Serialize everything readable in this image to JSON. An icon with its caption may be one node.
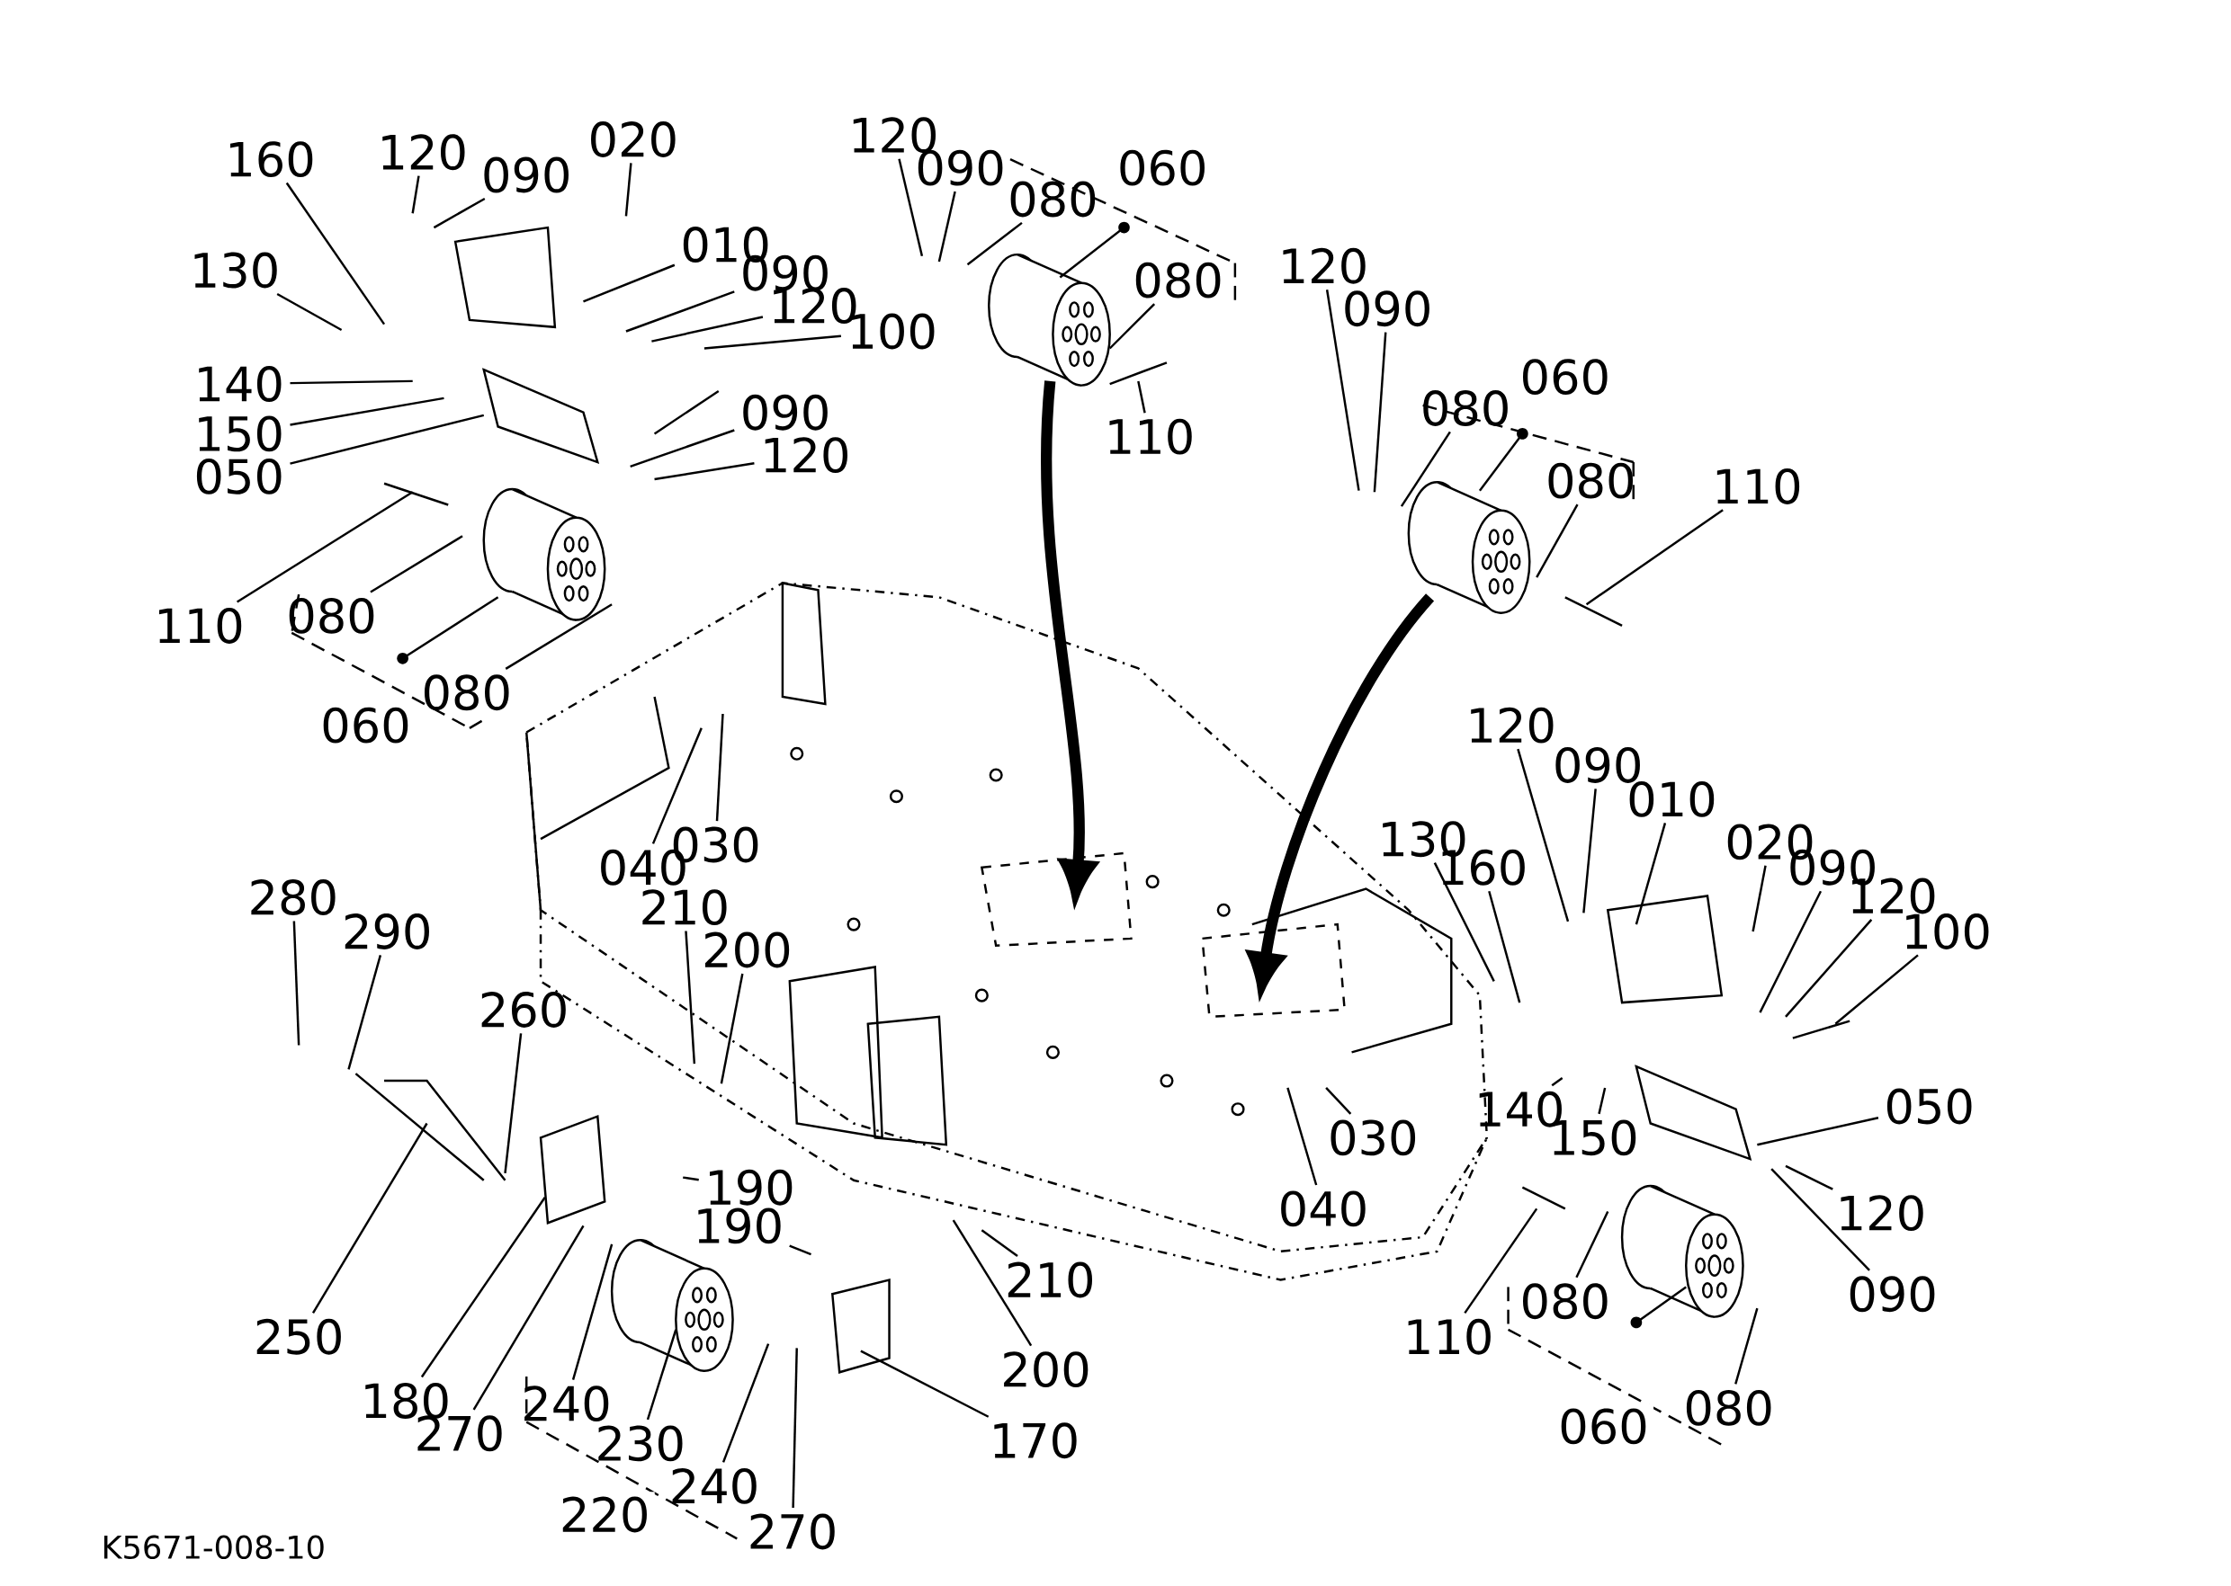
{
  "diagram": {
    "nodes": [
      {
        "text": [
          "160"
        ]
      },
      {
        "text": [
          "120"
        ]
      },
      {
        "text": [
          "090"
        ]
      },
      {
        "text": [
          "020"
        ]
      },
      {
        "text": [
          "130"
        ]
      },
      {
        "text": [
          "010"
        ]
      },
      {
        "text": [
          "090"
        ]
      },
      {
        "text": [
          "120"
        ]
      },
      {
        "text": [
          "100"
        ]
      },
      {
        "text": [
          "140"
        ]
      },
      {
        "text": [
          "150"
        ]
      },
      {
        "text": [
          "050"
        ]
      },
      {
        "text": [
          "090"
        ]
      },
      {
        "text": [
          "120"
        ]
      },
      {
        "text": [
          "110"
        ]
      },
      {
        "text": [
          "080"
        ]
      },
      {
        "text": [
          "080"
        ]
      },
      {
        "text": [
          "120"
        ]
      },
      {
        "text": [
          "090"
        ]
      },
      {
        "text": [
          "080"
        ]
      },
      {
        "text": [
          "080"
        ]
      },
      {
        "text": [
          "110"
        ]
      },
      {
        "text": [
          "120"
        ]
      },
      {
        "text": [
          "090"
        ]
      },
      {
        "text": [
          "080"
        ]
      },
      {
        "text": [
          "080"
        ]
      },
      {
        "text": [
          "110"
        ]
      },
      {
        "text": [
          "040"
        ]
      },
      {
        "text": [
          "030"
        ]
      },
      {
        "text": [
          "210"
        ]
      },
      {
        "text": [
          "200"
        ]
      },
      {
        "text": [
          "280"
        ]
      },
      {
        "text": [
          "290"
        ]
      },
      {
        "text": [
          "260"
        ]
      },
      {
        "text": [
          "250"
        ]
      },
      {
        "text": [
          "190"
        ]
      },
      {
        "text": [
          "180"
        ]
      },
      {
        "text": [
          "270"
        ]
      },
      {
        "text": [
          "240"
        ]
      },
      {
        "text": [
          "230"
        ]
      },
      {
        "text": [
          "190"
        ]
      },
      {
        "text": [
          "170"
        ]
      },
      {
        "text": [
          "240"
        ]
      },
      {
        "text": [
          "270"
        ]
      },
      {
        "text": [
          "210"
        ]
      },
      {
        "text": [
          "200"
        ]
      },
      {
        "text": [
          "040"
        ]
      },
      {
        "text": [
          "030"
        ]
      },
      {
        "text": [
          "130"
        ]
      },
      {
        "text": [
          "160"
        ]
      },
      {
        "text": [
          "120"
        ]
      },
      {
        "text": [
          "090"
        ]
      },
      {
        "text": [
          "010"
        ]
      },
      {
        "text": [
          "020"
        ]
      },
      {
        "text": [
          "090"
        ]
      },
      {
        "text": [
          "120"
        ]
      },
      {
        "text": [
          "100"
        ]
      },
      {
        "text": [
          "140"
        ]
      },
      {
        "text": [
          "150"
        ]
      },
      {
        "text": [
          "050"
        ]
      },
      {
        "text": [
          "120"
        ]
      },
      {
        "text": [
          "090"
        ]
      },
      {
        "text": [
          "110"
        ]
      },
      {
        "text": [
          "080"
        ]
      },
      {
        "text": [
          "080"
        ]
      }
    ],
    "edges": [
      {
        "from": 0,
        "to": null,
        "arrow": "none"
      },
      {
        "from": 1,
        "to": null,
        "arrow": "none"
      },
      {
        "from": 2,
        "to": null,
        "arrow": "none"
      },
      {
        "from": 3,
        "to": null,
        "arrow": "none"
      },
      {
        "from": 4,
        "to": null,
        "arrow": "none"
      },
      {
        "from": 5,
        "to": null,
        "arrow": "none"
      },
      {
        "from": 6,
        "to": null,
        "arrow": "none"
      },
      {
        "from": 7,
        "to": null,
        "arrow": "none"
      },
      {
        "from": 8,
        "to": null,
        "arrow": "none"
      },
      {
        "from": 9,
        "to": null,
        "arrow": "none"
      },
      {
        "from": 10,
        "to": null,
        "arrow": "none"
      },
      {
        "from": 11,
        "to": null,
        "arrow": "none"
      },
      {
        "from": 12,
        "to": null,
        "arrow": "none"
      },
      {
        "from": 13,
        "to": null,
        "arrow": "none"
      },
      {
        "from": 14,
        "to": null,
        "arrow": "none"
      },
      {
        "from": 15,
        "to": null,
        "arrow": "none"
      },
      {
        "from": 16,
        "to": null,
        "arrow": "none"
      },
      {
        "from": 17,
        "to": null,
        "arrow": "none"
      },
      {
        "from": 18,
        "to": null,
        "arrow": "none"
      },
      {
        "from": 19,
        "to": null,
        "arrow": "none"
      },
      {
        "from": 20,
        "to": null,
        "arrow": "none"
      },
      {
        "from": 21,
        "to": null,
        "arrow": "none"
      },
      {
        "from": 22,
        "to": null,
        "arrow": "none"
      },
      {
        "from": 23,
        "to": null,
        "arrow": "none"
      },
      {
        "from": 24,
        "to": null,
        "arrow": "none"
      },
      {
        "from": 25,
        "to": null,
        "arrow": "none"
      },
      {
        "from": 26,
        "to": null,
        "arrow": "none"
      },
      {
        "from": 27,
        "to": null,
        "arrow": "none"
      },
      {
        "from": 28,
        "to": null,
        "arrow": "none"
      },
      {
        "from": 29,
        "to": null,
        "arrow": "none"
      },
      {
        "from": 30,
        "to": null,
        "arrow": "none"
      },
      {
        "from": 31,
        "to": null,
        "arrow": "none"
      },
      {
        "from": 32,
        "to": null,
        "arrow": "none"
      },
      {
        "from": 33,
        "to": null,
        "arrow": "none"
      },
      {
        "from": 34,
        "to": null,
        "arrow": "none"
      },
      {
        "from": 35,
        "to": null,
        "arrow": "none"
      },
      {
        "from": 36,
        "to": null,
        "arrow": "none"
      },
      {
        "from": 37,
        "to": null,
        "arrow": "none"
      },
      {
        "from": 38,
        "to": null,
        "arrow": "none"
      },
      {
        "from": 39,
        "to": null,
        "arrow": "none"
      },
      {
        "from": 40,
        "to": null,
        "arrow": "none"
      },
      {
        "from": 41,
        "to": null,
        "arrow": "none"
      },
      {
        "from": 42,
        "to": null,
        "arrow": "none"
      },
      {
        "from": 43,
        "to": null,
        "arrow": "none"
      },
      {
        "from": 44,
        "to": null,
        "arrow": "none"
      },
      {
        "from": 45,
        "to": null,
        "arrow": "none"
      },
      {
        "from": 46,
        "to": null,
        "arrow": "none"
      },
      {
        "from": 47,
        "to": null,
        "arrow": "none"
      },
      {
        "from": 48,
        "to": null,
        "arrow": "none"
      },
      {
        "from": 49,
        "to": null,
        "arrow": "none"
      },
      {
        "from": 50,
        "to": null,
        "arrow": "none"
      },
      {
        "from": 51,
        "to": null,
        "arrow": "none"
      },
      {
        "from": 52,
        "to": null,
        "arrow": "none"
      },
      {
        "from": 53,
        "to": null,
        "arrow": "none"
      },
      {
        "from": 54,
        "to": null,
        "arrow": "none"
      },
      {
        "from": 55,
        "to": null,
        "arrow": "none"
      },
      {
        "from": 56,
        "to": null,
        "arrow": "none"
      },
      {
        "from": 57,
        "to": null,
        "arrow": "none"
      },
      {
        "from": 58,
        "to": null,
        "arrow": "none"
      },
      {
        "from": 59,
        "to": null,
        "arrow": "none"
      },
      {
        "from": 60,
        "to": null,
        "arrow": "none"
      },
      {
        "from": 61,
        "to": null,
        "arrow": "none"
      },
      {
        "from": 62,
        "to": null,
        "arrow": "none"
      },
      {
        "from": 63,
        "to": null,
        "arrow": "none"
      },
      {
        "from": 64,
        "to": null,
        "arrow": "none"
      }
    ],
    "labels": [
      "060",
      "060",
      "060",
      "060",
      "220",
      "K5671-008-10"
    ]
  }
}
